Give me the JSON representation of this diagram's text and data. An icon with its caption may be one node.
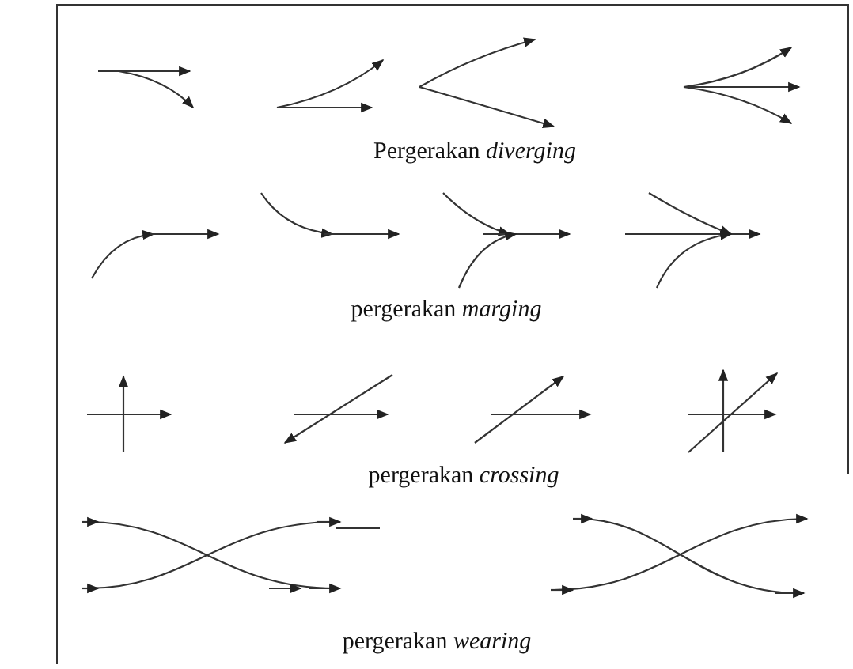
{
  "diagram": {
    "labels": [
      "Pergerakan *diverging*",
      "pergerakan *marging*",
      "pergerakan *crossing*",
      "pergerakan *wearing*"
    ]
  }
}
